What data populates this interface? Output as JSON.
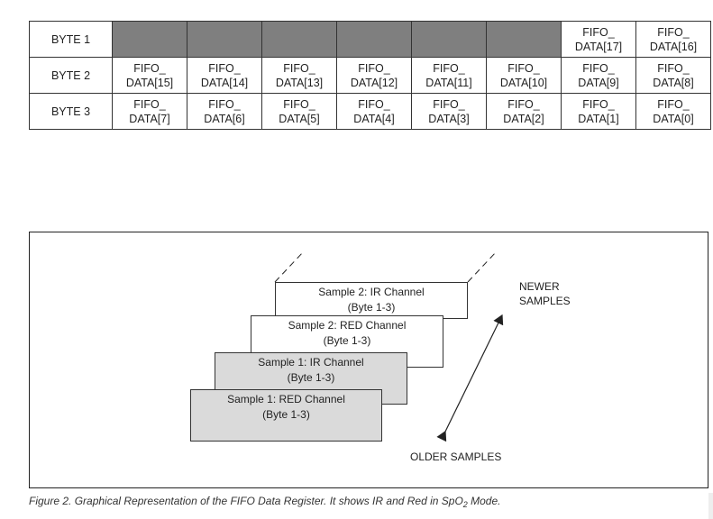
{
  "byte_table": {
    "rows": [
      {
        "label": "BYTE 1",
        "cells": [
          {
            "text": "",
            "shaded": true
          },
          {
            "text": "",
            "shaded": true
          },
          {
            "text": "",
            "shaded": true
          },
          {
            "text": "",
            "shaded": true
          },
          {
            "text": "",
            "shaded": true
          },
          {
            "text": "",
            "shaded": true
          },
          {
            "text": "FIFO_\nDATA[17]",
            "shaded": false
          },
          {
            "text": "FIFO_\nDATA[16]",
            "shaded": false
          }
        ]
      },
      {
        "label": "BYTE 2",
        "cells": [
          {
            "text": "FIFO_\nDATA[15]",
            "shaded": false
          },
          {
            "text": "FIFO_\nDATA[14]",
            "shaded": false
          },
          {
            "text": "FIFO_\nDATA[13]",
            "shaded": false
          },
          {
            "text": "FIFO_\nDATA[12]",
            "shaded": false
          },
          {
            "text": "FIFO_\nDATA[11]",
            "shaded": false
          },
          {
            "text": "FIFO_\nDATA[10]",
            "shaded": false
          },
          {
            "text": "FIFO_\nDATA[9]",
            "shaded": false
          },
          {
            "text": "FIFO_\nDATA[8]",
            "shaded": false
          }
        ]
      },
      {
        "label": "BYTE 3",
        "cells": [
          {
            "text": "FIFO_\nDATA[7]",
            "shaded": false
          },
          {
            "text": "FIFO_\nDATA[6]",
            "shaded": false
          },
          {
            "text": "FIFO_\nDATA[5]",
            "shaded": false
          },
          {
            "text": "FIFO_\nDATA[4]",
            "shaded": false
          },
          {
            "text": "FIFO_\nDATA[3]",
            "shaded": false
          },
          {
            "text": "FIFO_\nDATA[2]",
            "shaded": false
          },
          {
            "text": "FIFO_\nDATA[1]",
            "shaded": false
          },
          {
            "text": "FIFO_\nDATA[0]",
            "shaded": false
          }
        ]
      }
    ]
  },
  "diagram": {
    "samples": [
      {
        "title": "Sample 2: IR Channel",
        "subtitle": "(Byte 1-3)"
      },
      {
        "title": "Sample 2: RED Channel",
        "subtitle": "(Byte 1-3)"
      },
      {
        "title": "Sample 1: IR Channel",
        "subtitle": "(Byte 1-3)"
      },
      {
        "title": "Sample 1: RED Channel",
        "subtitle": "(Byte 1-3)"
      }
    ],
    "newer_label": "NEWER\nSAMPLES",
    "older_label": "OLDER SAMPLES"
  },
  "caption": {
    "prefix": "Figure 2. Graphical Representation of the FIFO Data Register. It shows IR and Red in SpO",
    "subscript": "2",
    "suffix": " Mode."
  },
  "colors": {
    "shaded_cell": "#7f7f7f",
    "older_sample_fill": "#dadada",
    "line": "#222222"
  }
}
